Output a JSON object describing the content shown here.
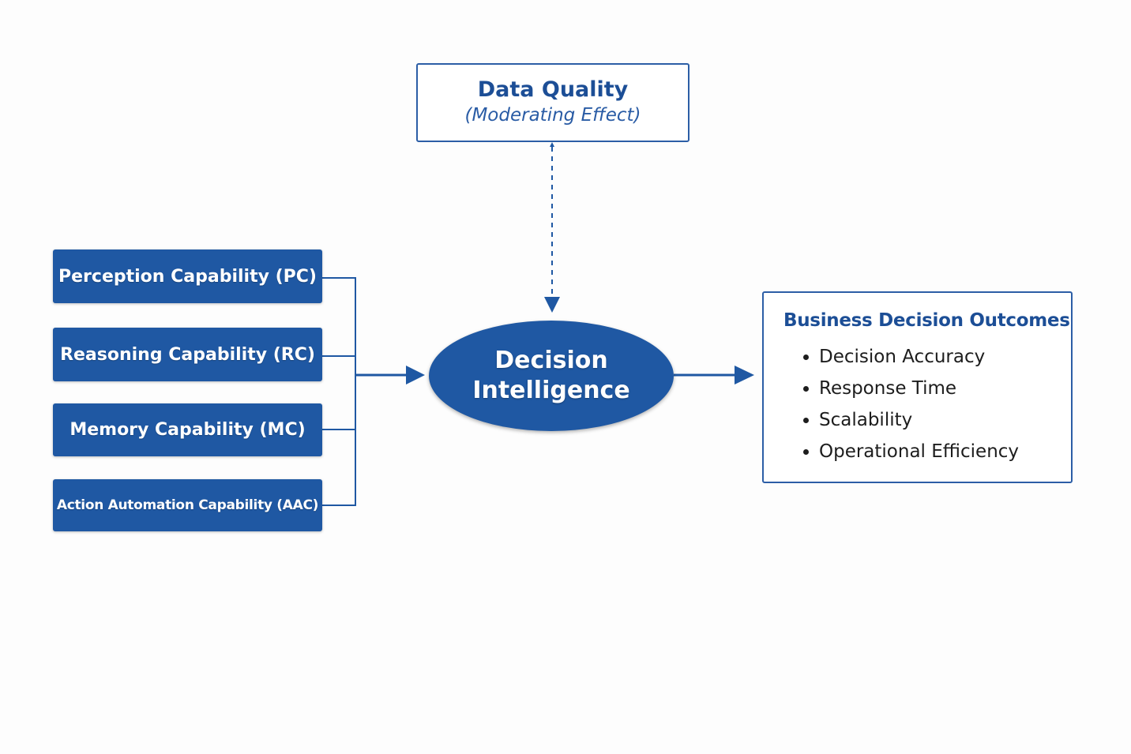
{
  "colors": {
    "primary": "#1f58a3",
    "primary_text": "#1c4e96",
    "connector": "#1f58a3",
    "box_border": "#2c5ea6",
    "background": "#fdfdfd",
    "body_text": "#1d1d1d"
  },
  "moderator": {
    "title": "Data Quality",
    "subtitle": "(Moderating Effect)"
  },
  "capabilities": [
    {
      "label": "Perception Capability (PC)"
    },
    {
      "label": "Reasoning Capability (RC)"
    },
    {
      "label": "Memory Capability (MC)"
    },
    {
      "label": "Action Automation Capability (AAC)"
    }
  ],
  "center": {
    "label": "Decision Intelligence"
  },
  "outcomes": {
    "title": "Business Decision Outcomes",
    "items": [
      "Decision Accuracy",
      "Response Time",
      "Scalability",
      "Operational Efficiency"
    ]
  }
}
